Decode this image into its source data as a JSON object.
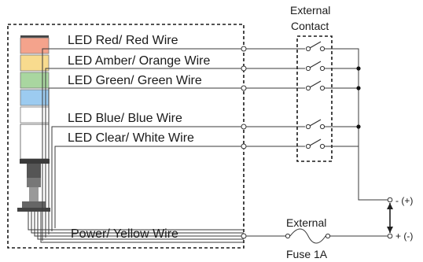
{
  "wires": [
    {
      "label": "LED Red/ Red Wire",
      "color": "#f4a38c"
    },
    {
      "label": "LED Amber/ Orange Wire",
      "color": "#f8db8e"
    },
    {
      "label": "LED Green/ Green Wire",
      "color": "#a9d6a0"
    },
    {
      "label": "LED Blue/ Blue Wire",
      "color": "#9ccbf0"
    },
    {
      "label": "LED Clear/ White Wire",
      "color": "#ffffff"
    }
  ],
  "power_label": "Power/ Yellow Wire",
  "external_contact": {
    "line1": "External",
    "line2": "Contact"
  },
  "external_fuse": {
    "line1": "External",
    "line2": "Fuse 1A"
  },
  "terminals": {
    "top": "- (+)",
    "bottom": "+ (-)"
  }
}
